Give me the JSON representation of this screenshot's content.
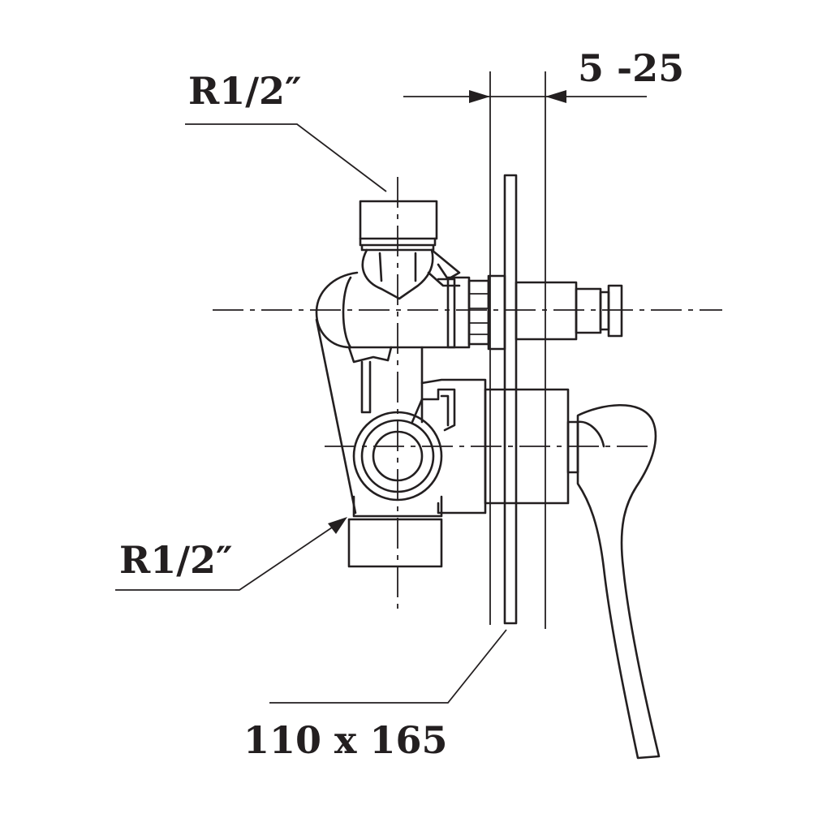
{
  "labels": {
    "top_connection": "R1/2″",
    "bottom_connection": "R1/2″",
    "adjustment_range": "5 -25",
    "cover_plate_size": "110 x 165"
  },
  "colors": {
    "ink": "#231f20",
    "background": "#ffffff"
  }
}
